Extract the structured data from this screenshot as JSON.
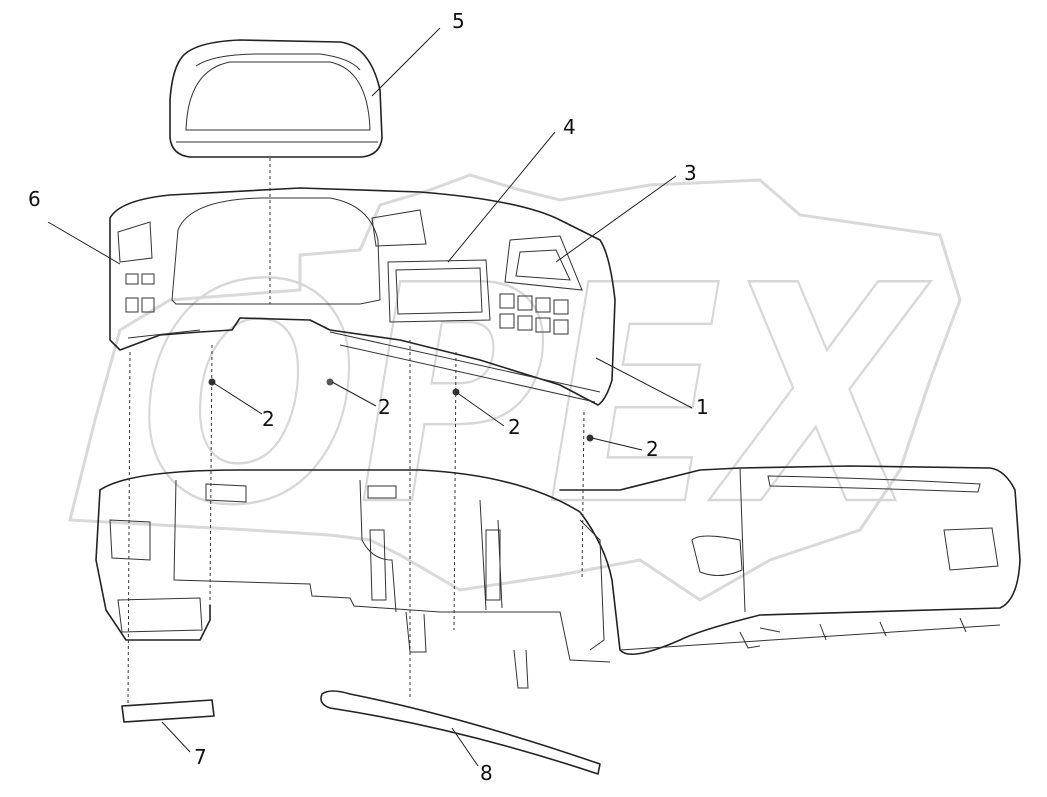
{
  "watermark": {
    "text": "OPEX"
  },
  "callouts": {
    "c1": "1",
    "c2a": "2",
    "c2b": "2",
    "c2c": "2",
    "c2d": "2",
    "c3": "3",
    "c4": "4",
    "c5": "5",
    "c6": "6",
    "c7": "7",
    "c8": "8"
  },
  "icons": {
    "watermark": "gear-logo-icon"
  }
}
